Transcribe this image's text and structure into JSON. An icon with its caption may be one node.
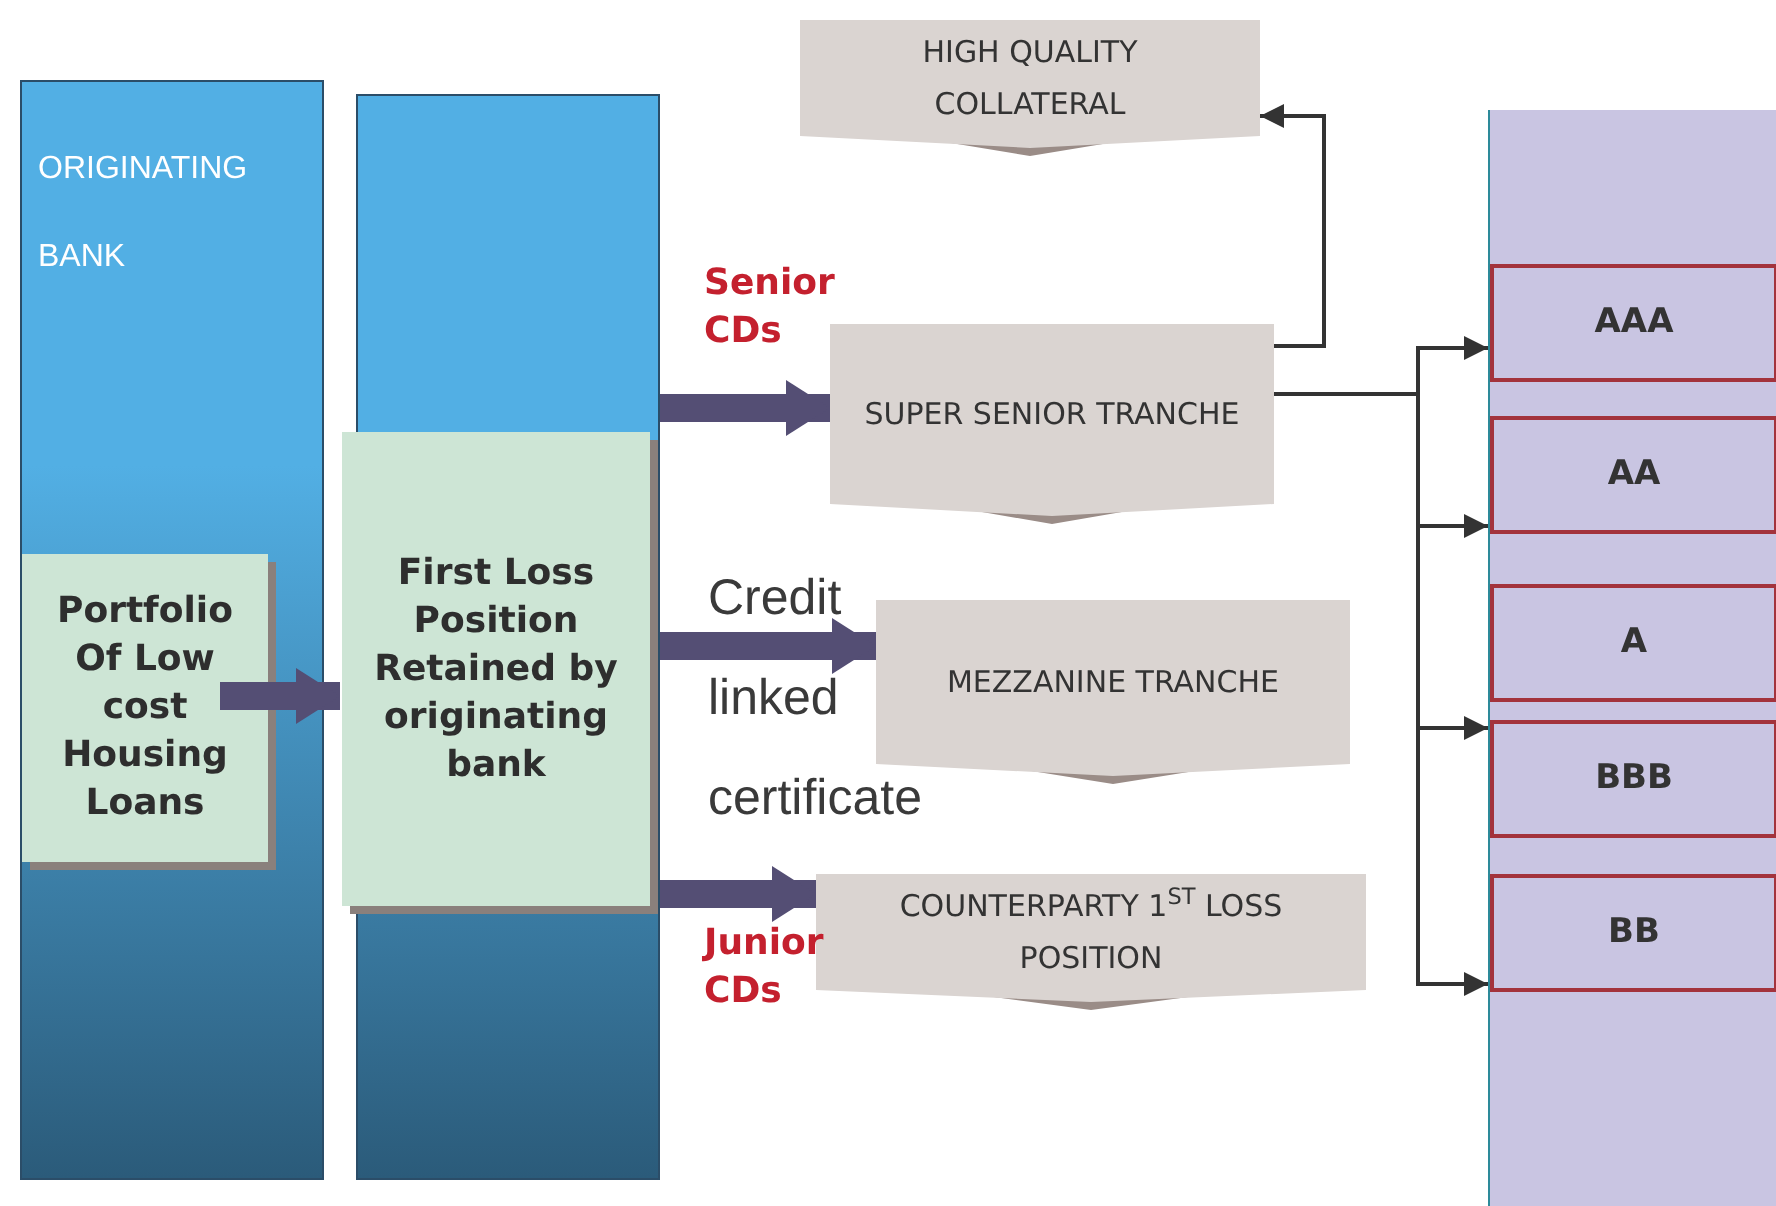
{
  "diagram": {
    "nodes": [
      {
        "text": [
          "ORIGINATING BANK"
        ]
      },
      {
        "text": [
          "Portfolio Of Low cost Housing Loans"
        ],
        "in": 0
      },
      {
        "text": [],
        "shape": "box"
      },
      {
        "text": [
          "First Loss Position Retained by originating bank"
        ],
        "in": 2
      },
      {
        "text": [
          "HIGH QUALITY COLLATERAL"
        ]
      },
      {
        "text": [
          "SUPER SENIOR TRANCHE"
        ]
      },
      {
        "text": [
          "MEZZANINE TRANCHE"
        ]
      },
      {
        "text": [
          "COUNTERPARTY 1$^{ST}$ LOSS POSITION"
        ]
      },
      {
        "text": [],
        "shape": "box"
      },
      {
        "text": [
          "AAA"
        ],
        "in": 8
      },
      {
        "text": [
          "AA"
        ],
        "in": 8
      },
      {
        "text": [
          "A"
        ],
        "in": 8
      },
      {
        "text": [
          "BBB"
        ],
        "in": 8
      },
      {
        "text": [
          "BB"
        ],
        "in": 8
      }
    ],
    "edges": [
      {
        "from": 1,
        "to": 3,
        "arrow": "to",
        "style": "thick",
        "color": "#544e74"
      },
      {
        "from": 2,
        "to": 5,
        "arrow": "to",
        "style": "thick",
        "color": "#544e74"
      },
      {
        "from": 2,
        "to": 6,
        "arrow": "to",
        "style": "thick",
        "color": "#544e74"
      },
      {
        "from": 2,
        "to": 7,
        "arrow": "to",
        "style": "thick",
        "color": "#544e74"
      },
      {
        "from": 5,
        "to": 4,
        "arrow": "to"
      },
      {
        "from": 5,
        "to": 9,
        "arrow": "to"
      },
      {
        "from": 5,
        "to": 10,
        "arrow": "to"
      },
      {
        "from": 5,
        "to": 12,
        "arrow": "to"
      },
      {
        "from": 5,
        "to": 13,
        "arrow": "to"
      }
    ],
    "labels": [
      "Senior CDs",
      "Credit linked certificate",
      "Junior CDs"
    ]
  }
}
